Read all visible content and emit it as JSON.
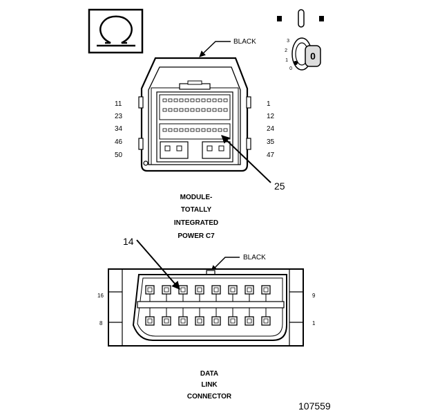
{
  "symbol": {
    "icon": "ohm-icon"
  },
  "ignition_key": {
    "icon": "ignition-key-icon",
    "positions": [
      "3",
      "2",
      "1",
      "0"
    ],
    "key_letter": "0"
  },
  "module_connector": {
    "color_label": "BLACK",
    "left_pins": [
      "11",
      "23",
      "34",
      "46",
      "50"
    ],
    "right_pins": [
      "1",
      "12",
      "24",
      "35",
      "47"
    ],
    "callout": "25",
    "title_lines": [
      "MODULE-",
      "TOTALLY",
      "INTEGRATED",
      "POWER C7"
    ]
  },
  "data_link_connector": {
    "color_label": "BLACK",
    "callout": "14",
    "left_pins": [
      "16",
      "8"
    ],
    "right_pins": [
      "9",
      "1"
    ],
    "title_lines": [
      "DATA",
      "LINK",
      "CONNECTOR"
    ]
  },
  "figure_number": "107559",
  "colors": {
    "ink": "#000000",
    "paper": "#ffffff"
  }
}
